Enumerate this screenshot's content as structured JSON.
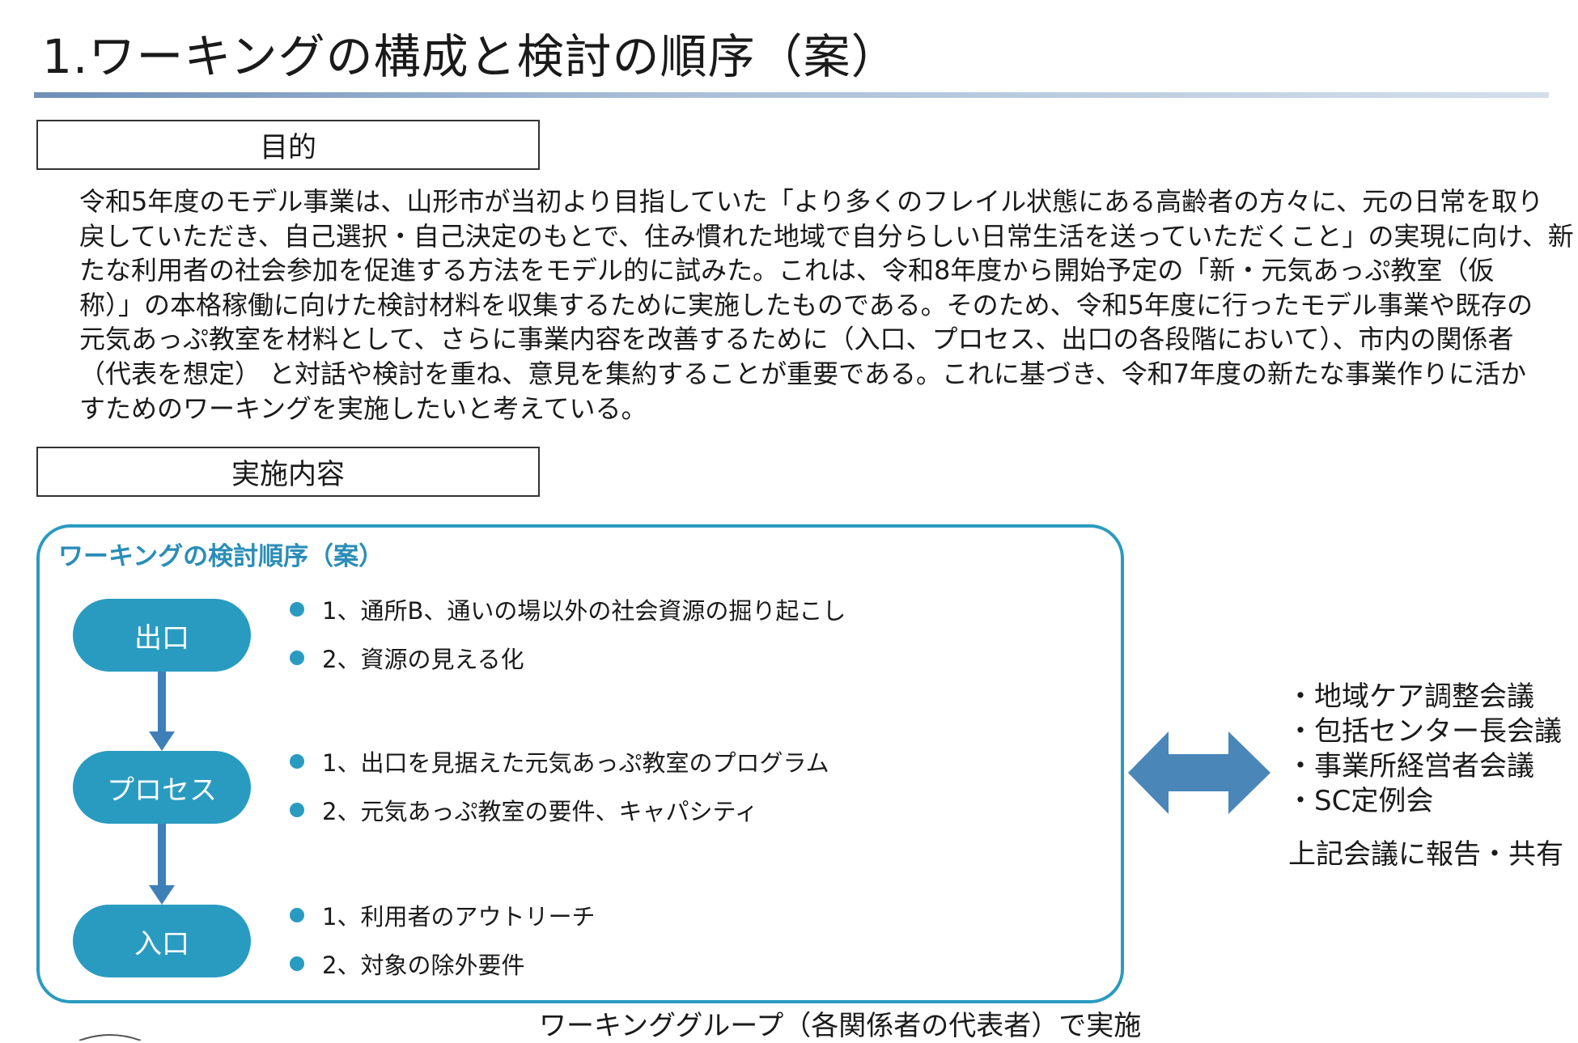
{
  "page": {
    "title": "1.ワーキングの構成と検討の順序（案）"
  },
  "purpose": {
    "heading": "目的",
    "lines": [
      "令和5年度のモデル事業は、山形市が当初より目指していた「より多くのフレイル状態にある高齢者の方々に、元の日常を取り",
      "戻していただき、自己選択・自己決定のもとで、住み慣れた地域で自分らしい日常生活を送っていただくこと」の実現に向け、新",
      "たな利用者の社会参加を促進する方法をモデル的に試みた。これは、令和8年度から開始予定の「新・元気あっぷ教室（仮",
      "称）」の本格稼働に向けた検討材料を収集するために実施したものである。そのため、令和5年度に行ったモデル事業や既存の",
      "元気あっぷ教室を材料として、さらに事業内容を改善するために（入口、プロセス、出口の各段階において）、市内の関係者",
      "（代表を想定） と対話や検討を重ね、意見を集約することが重要である。これに基づき、令和7年度の新たな事業作りに活か",
      "すためのワーキングを実施したいと考えている。"
    ]
  },
  "implementation": {
    "heading": "実施内容"
  },
  "working": {
    "title": "ワーキングの検討順序（案）",
    "stages": [
      {
        "label": "出口",
        "items": [
          "1、通所B、通いの場以外の社会資源の掘り起こし",
          "2、資源の見える化"
        ]
      },
      {
        "label": "プロセス",
        "items": [
          "1、出口を見据えた元気あっぷ教室のプログラム",
          "2、元気あっぷ教室の要件、キャパシティ"
        ]
      },
      {
        "label": "入口",
        "items": [
          "1、利用者のアウトリーチ",
          "2、対象の除外要件"
        ]
      }
    ],
    "footer": "ワーキンググループ（各関係者の代表者）で実施"
  },
  "meetings": {
    "items": [
      "・地域ケア調整会議",
      "・包括センター長会議",
      "・事業所経営者会議",
      "・SC定例会"
    ],
    "report": "上記会議に報告・共有"
  },
  "colors": {
    "accent": "#2a9bc0",
    "accent_text": "#2a8db7",
    "arrow": "#3f7fb8",
    "double_arrow": "#4a86b8"
  }
}
